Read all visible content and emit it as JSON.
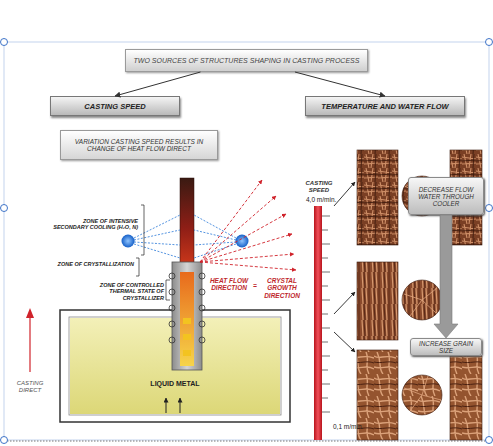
{
  "diagram": {
    "nodes": [
      {
        "text": [
          "TWO SOURCES OF  STRUCTURES SHAPING IN CASTING PROCESS"
        ]
      },
      {
        "text": [
          "CASTING SPEED"
        ]
      },
      {
        "text": [
          "TEMPERATURE AND WATER FLOW"
        ]
      },
      {
        "text": [
          "VARIATION CASTING SPEED RESULTS IN CHANGE OF HEAT FLOW DIRECT"
        ]
      },
      {
        "text": [
          "LIQUID METAL"
        ]
      },
      {
        "text": [
          "DECREASE FLOW WATER THROUGH COOLER"
        ]
      },
      {
        "text": [
          "INCREASE GRAIN SIZE"
        ]
      }
    ],
    "edges": [
      {
        "from": 0,
        "to": 1,
        "arrow": "to"
      },
      {
        "from": 0,
        "to": 2,
        "arrow": "to"
      },
      {
        "from": 5,
        "to": 6,
        "arrow": "to"
      }
    ],
    "labels": [
      "ZONE OF INTENSIVE SECONDARY COOLING (H₂O, N)",
      "ZONE OF CRYSTALLIZATION",
      "ZONE OF CONTROLLED THERMAL STATE OF CRYSTALLIZER",
      "HEAT FLOW DIRECTION",
      "=",
      "CRYSTAL GROWTH DIRECTION",
      "CASTING DIRECT",
      "CASTING SPEED",
      "4,0 m/min.",
      "0,1 m/min."
    ]
  }
}
